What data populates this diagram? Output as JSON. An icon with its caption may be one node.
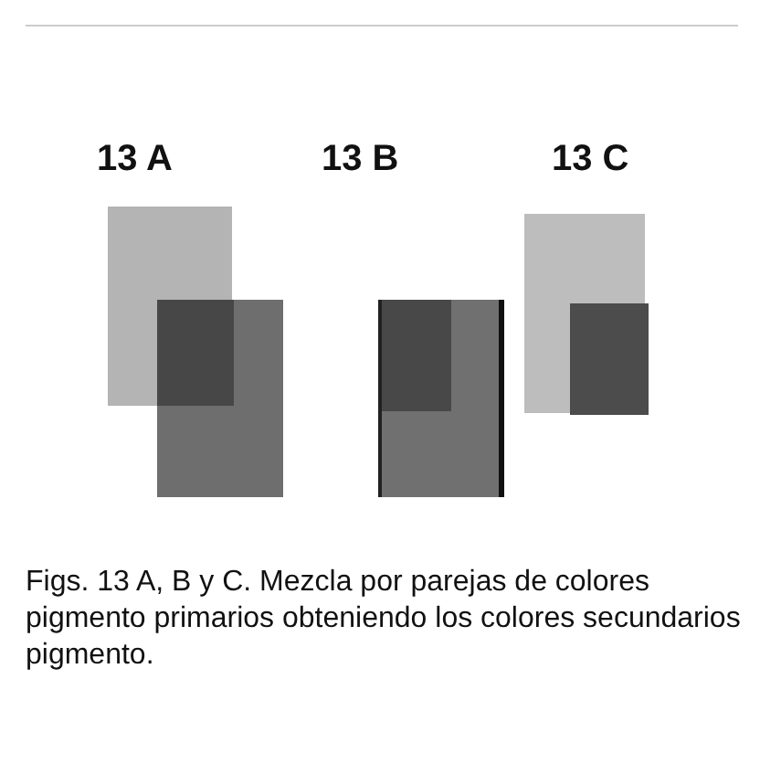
{
  "diagram": {
    "caption": "Figs. 13 A, B y C. Mezcla por parejas de colores pigmento primarios obteniendo los colores secundarios pigmento.",
    "labels": [
      "13 A",
      "13 B",
      "13 C"
    ]
  }
}
